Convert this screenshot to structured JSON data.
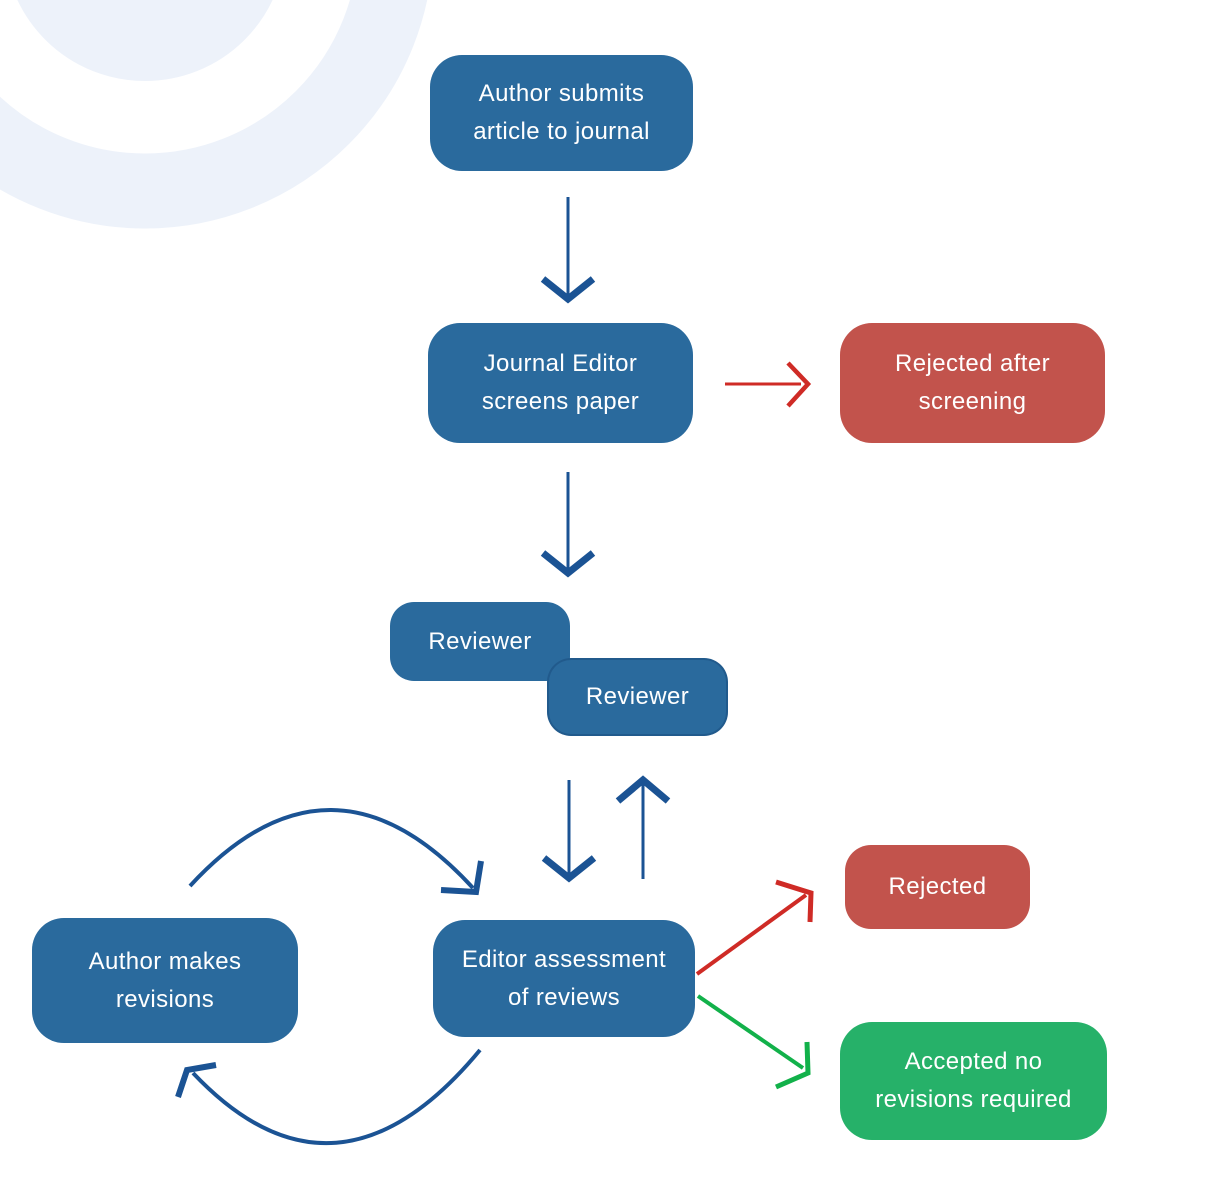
{
  "title": "Journal peer review process flowchart",
  "colors": {
    "node_blue": "#2a6a9d",
    "node_red": "#c2534c",
    "node_green": "#26b169",
    "node_text": "#ffffff",
    "arrow_blue": "#1b5394",
    "arrow_red": "#cf2b26",
    "arrow_green": "#12b14a",
    "background_arc": "#edf2fa"
  },
  "nodes": [
    {
      "id": "author-submits",
      "label": "Author submits\narticle to journal",
      "color": "blue"
    },
    {
      "id": "editor-screens",
      "label": "Journal Editor\nscreens paper",
      "color": "blue"
    },
    {
      "id": "rejected-after-screening",
      "label": "Rejected after\nscreening",
      "color": "red"
    },
    {
      "id": "reviewer-1",
      "label": "Reviewer",
      "color": "blue"
    },
    {
      "id": "reviewer-2",
      "label": "Reviewer",
      "color": "blue"
    },
    {
      "id": "editor-assessment",
      "label": "Editor assessment\nof reviews",
      "color": "blue"
    },
    {
      "id": "author-revisions",
      "label": "Author makes\nrevisions",
      "color": "blue"
    },
    {
      "id": "rejected",
      "label": "Rejected",
      "color": "red"
    },
    {
      "id": "accepted",
      "label": "Accepted no\nrevisions required",
      "color": "green"
    }
  ],
  "connections": [
    {
      "from": "author-submits",
      "to": "editor-screens",
      "style": "straight-down",
      "color": "blue"
    },
    {
      "from": "editor-screens",
      "to": "rejected-after-screening",
      "style": "straight-right",
      "color": "red"
    },
    {
      "from": "editor-screens",
      "to": "reviewers",
      "style": "straight-down",
      "color": "blue"
    },
    {
      "from": "reviewers",
      "to": "editor-assessment",
      "style": "straight-down",
      "color": "blue"
    },
    {
      "from": "editor-assessment",
      "to": "reviewers",
      "style": "straight-up",
      "color": "blue"
    },
    {
      "from": "editor-assessment",
      "to": "rejected",
      "style": "diagonal-up-right",
      "color": "red"
    },
    {
      "from": "editor-assessment",
      "to": "accepted",
      "style": "diagonal-down-right",
      "color": "green"
    },
    {
      "from": "author-revisions",
      "to": "editor-assessment",
      "style": "arc-over",
      "color": "blue"
    },
    {
      "from": "editor-assessment",
      "to": "author-revisions",
      "style": "arc-under",
      "color": "blue"
    }
  ]
}
